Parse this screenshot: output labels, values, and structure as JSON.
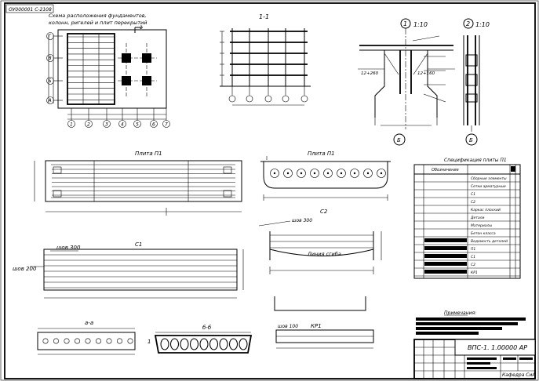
{
  "stamp_code": "ОУ000001 С-2108",
  "plan": {
    "title_line1": "Схема расположения фундаментов,",
    "title_line2": "колонн, ригелей и плит перекрытий",
    "axis_rows": [
      "Г",
      "В",
      "Б",
      "А"
    ],
    "axis_cols": [
      "1",
      "2",
      "3",
      "4",
      "5",
      "6",
      "7"
    ],
    "section_mark": "1"
  },
  "section_1_1": {
    "title": "1-1"
  },
  "node_1": {
    "label": "1",
    "scale": "1:10",
    "axis": "Б",
    "dim_left": "12+260",
    "dim_right": "12+160"
  },
  "node_2": {
    "label": "2",
    "scale": "1:10",
    "axis": "Б"
  },
  "slab_p1_plan": {
    "title": "Плита П1"
  },
  "slab_p1_section": {
    "title": "Плита П1"
  },
  "s1": {
    "title": "С1",
    "note1": "шов 300",
    "note2": "шов 200"
  },
  "s2": {
    "title": "С2",
    "note": "шов 300",
    "bend_label": "Линия сгиба"
  },
  "section_aa": {
    "title": "а-а"
  },
  "section_bb": {
    "title": "б-б",
    "mark": "1"
  },
  "kr1": {
    "title": "КР1",
    "note": "шов 100"
  },
  "spec": {
    "title": "Спецификация плиты П1",
    "header": "Обозначение",
    "rows": [
      "Сборные элементы",
      "Сетки арматурные",
      "С1",
      "С2",
      "Каркас плоский",
      "Детали",
      "Материалы",
      "Бетон класса",
      "Ведомость деталей",
      "П1",
      "С1",
      "С2",
      "КР1"
    ]
  },
  "notes": {
    "title": "Примечания:"
  },
  "title_block": {
    "code": "ВПС-1. 1.00000 АР",
    "dept": "Кафедра СиА"
  }
}
